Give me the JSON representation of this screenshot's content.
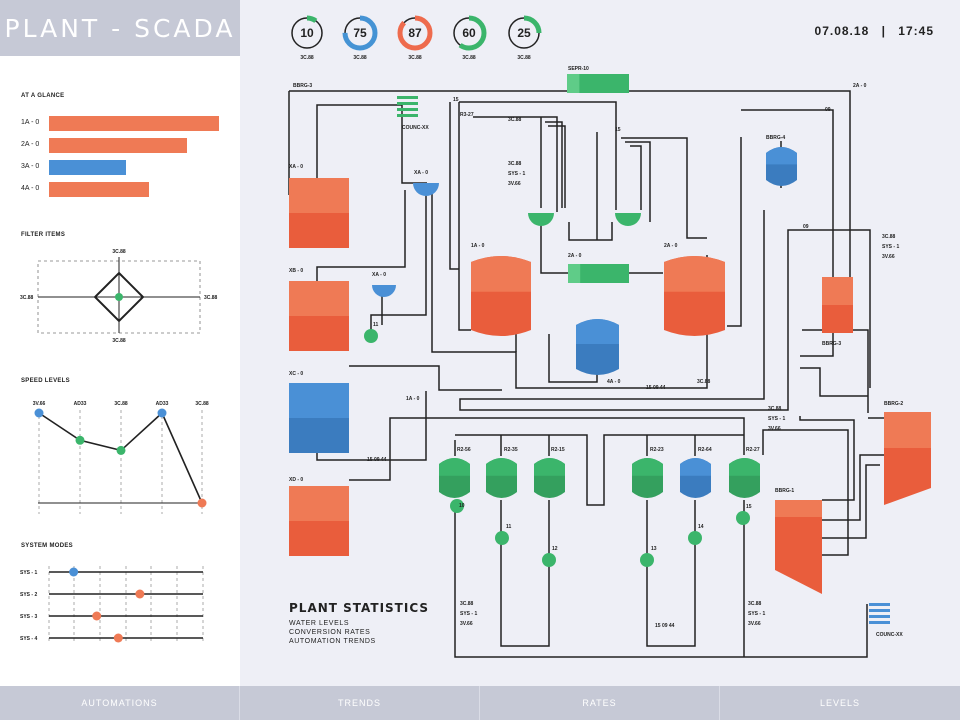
{
  "app": {
    "title": "PLANT - SCADA",
    "date": "07.08.18",
    "time": "17:45",
    "sep": "|"
  },
  "gauges": [
    {
      "value": "10",
      "label": "3C.88",
      "fraction": 0.1,
      "color": "#3bb56b"
    },
    {
      "value": "75",
      "label": "3C.88",
      "fraction": 0.75,
      "color": "#4593d4"
    },
    {
      "value": "87",
      "label": "3C.88",
      "fraction": 0.87,
      "color": "#ee6b4d"
    },
    {
      "value": "60",
      "label": "3C.88",
      "fraction": 0.6,
      "color": "#3bb56b"
    },
    {
      "value": "25",
      "label": "3C.88",
      "fraction": 0.25,
      "color": "#3bb56b"
    }
  ],
  "at_a_glance": {
    "title": "AT A GLANCE",
    "items": [
      {
        "label": "1A - 0",
        "value": 1.0,
        "color": "#ef7a55"
      },
      {
        "label": "2A - 0",
        "value": 0.81,
        "color": "#ef7a55"
      },
      {
        "label": "3A - 0",
        "value": 0.45,
        "color": "#4a90d6"
      },
      {
        "label": "4A - 0",
        "value": 0.59,
        "color": "#ef7a55"
      }
    ]
  },
  "filter_items": {
    "title": "FILTER ITEMS",
    "top": "3C.88",
    "bottom": "3C.88",
    "left": "3C.88",
    "right": "3C.88"
  },
  "speed_levels": {
    "title": "SPEED LEVELS",
    "labels": [
      "3V.66",
      "AD33",
      "3C.88",
      "AD33",
      "3C.88"
    ],
    "values": [
      0.89,
      0.62,
      0.52,
      0.89,
      0.0
    ],
    "colors": [
      "#4a90d6",
      "#3bb56b",
      "#3bb56b",
      "#4a90d6",
      "#ef7a55"
    ]
  },
  "system_modes": {
    "title": "SYSTEM MODES",
    "items": [
      {
        "label": "SYS - 1",
        "value": 0.16,
        "color": "#4a90d6"
      },
      {
        "label": "SYS - 2",
        "value": 0.59,
        "color": "#ef7a55"
      },
      {
        "label": "SYS - 3",
        "value": 0.31,
        "color": "#ef7a55"
      },
      {
        "label": "SYS - 4",
        "value": 0.45,
        "color": "#ef7a55"
      }
    ]
  },
  "diagram": {
    "labels": {
      "bbrg3_top": "BBRG-3",
      "sepr10": "SEPR-10",
      "twoa_tr": "2A - 0",
      "counc_top": "COUNC-XX",
      "r3_27": "R3-27",
      "c3c88_a": "3C.88",
      "c3c88_b": "3C.88",
      "sys1_a": "SYS - 1",
      "v3v66_a": "3V.66",
      "n15_a": "15",
      "n15_b": "15",
      "n09_a": "09",
      "n09_b": "09",
      "xa0_a": "XA - 0",
      "xa0_b": "XA - 0",
      "xa0_c": "XA - 0",
      "xb0": "XB - 0",
      "xc0": "XC - 0",
      "xd0": "XD - 0",
      "bbrg4": "BBRG-4",
      "bbrg3_mid": "BBRG-3",
      "bbrg2": "BBRG-2",
      "bbrg1": "BBRG-1",
      "onea": "1A - 0",
      "twoa_mid": "2A - 0",
      "twoa_right": "2A - 0",
      "foura": "4A - 0",
      "onea_line": "1A - 0",
      "c3c88_c": "3C.88",
      "tick_a": "15  09  44",
      "tick_b": "15  09  44",
      "tick_c": "15  09  44",
      "r3c": "3C.88",
      "r3s": "SYS - 1",
      "r3v": "3V.66",
      "m3c": "3C.88",
      "m3s": "SYS - 1",
      "m3v": "3V.66",
      "b3c": "3C.88",
      "b3s": "SYS - 1",
      "b3v": "3V.66",
      "c3c": "3C.88",
      "c3s": "SYS - 1",
      "c3v": "3V.66",
      "n11_a": "11",
      "counc_bot": "COUNC-XX",
      "r2_56": "R2-56",
      "r2_35": "R2-35",
      "r2_15": "R2-15",
      "r2_23": "R2-23",
      "r2_64": "R2-64",
      "r2_27": "R2-27",
      "v10": "10",
      "v11": "11",
      "v12": "12",
      "v13": "13",
      "v14": "14",
      "v15": "15"
    }
  },
  "plant_statistics": {
    "title": "PLANT STATISTICS",
    "lines": [
      "WATER LEVELS",
      "CONVERSION RATES",
      "AUTOMATION TRENDS"
    ]
  },
  "nav": {
    "items": [
      "AUTOMATIONS",
      "TRENDS",
      "RATES",
      "LEVELS"
    ]
  },
  "colors": {
    "orange": "#ef7a55",
    "orange_dark": "#e95d3c",
    "blue": "#4a90d6",
    "blue_dark": "#3b7cbf",
    "green": "#3bb56b",
    "panel": "#c6c9d6"
  }
}
